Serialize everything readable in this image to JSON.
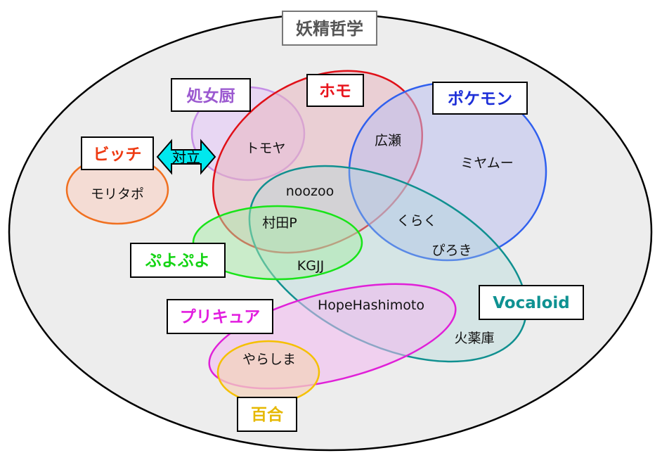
{
  "title": "妖精哲学",
  "sets": {
    "shojochu": {
      "label": "処女厨",
      "color": "#9b59d0"
    },
    "homo": {
      "label": "ホモ",
      "color": "#e8141c"
    },
    "pokemon": {
      "label": "ポケモン",
      "color": "#1d2fd8"
    },
    "bitch": {
      "label": "ビッチ",
      "color": "#ee3a12"
    },
    "puyopuyo": {
      "label": "ぷよぷよ",
      "color": "#14d414"
    },
    "vocaloid": {
      "label": "Vocaloid",
      "color": "#0f9292"
    },
    "precure": {
      "label": "プリキュア",
      "color": "#e21ddf"
    },
    "yuri": {
      "label": "百合",
      "color": "#e6b800"
    }
  },
  "arrow_label": "対立",
  "members": {
    "tomoya": "トモヤ",
    "hirose": "広瀬",
    "miyamu": "ミヤムー",
    "moritapo": "モリタポ",
    "noozoo": "noozoo",
    "muratap": "村田P",
    "kuraku": "くらく",
    "pirokī": "ぴろき",
    "kgjj": "KGJJ",
    "hopehashimoto": "HopeHashimoto",
    "kayakuko": "火薬庫",
    "yarashima": "やらしま"
  }
}
